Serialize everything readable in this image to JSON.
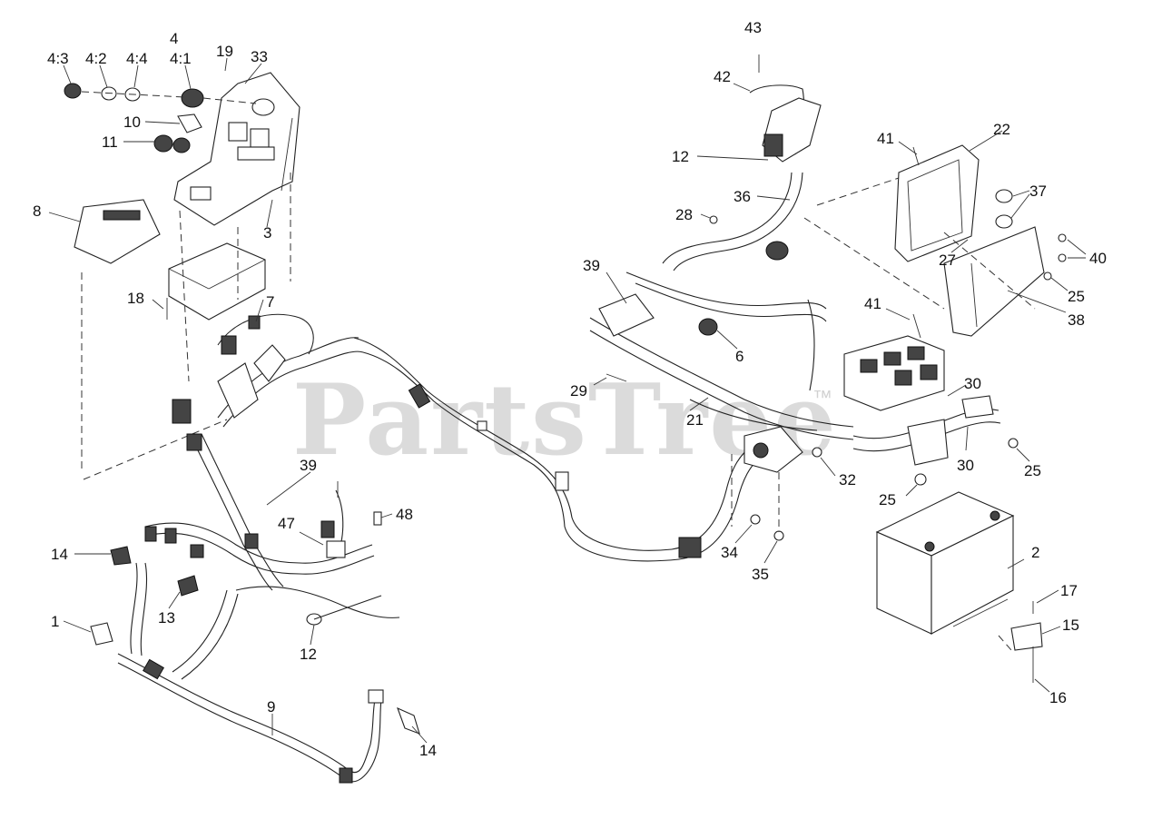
{
  "watermark": {
    "text": "PartsTree",
    "mark": "™"
  },
  "callouts": {
    "c_4_3": "4:3",
    "c_4_2": "4:2",
    "c_4_4": "4:4",
    "c_4": "4",
    "c_4_1": "4:1",
    "c_19": "19",
    "c_33": "33",
    "c_10": "10",
    "c_11": "11",
    "c_8": "8",
    "c_3": "3",
    "c_18": "18",
    "c_7": "7",
    "c_39a": "39",
    "c_47": "47",
    "c_48": "48",
    "c_14a": "14",
    "c_13": "13",
    "c_1": "1",
    "c_12a": "12",
    "c_9": "9",
    "c_14b": "14",
    "c_43": "43",
    "c_42": "42",
    "c_12b": "12",
    "c_36": "36",
    "c_28": "28",
    "c_39b": "39",
    "c_41a": "41",
    "c_22": "22",
    "c_37": "37",
    "c_40": "40",
    "c_27": "27",
    "c_25a": "25",
    "c_38": "38",
    "c_41b": "41",
    "c_6": "6",
    "c_29": "29",
    "c_21": "21",
    "c_30a": "30",
    "c_30b": "30",
    "c_25b": "25",
    "c_32": "32",
    "c_25c": "25",
    "c_34": "34",
    "c_35": "35",
    "c_2": "2",
    "c_17": "17",
    "c_15": "15",
    "c_16": "16"
  }
}
